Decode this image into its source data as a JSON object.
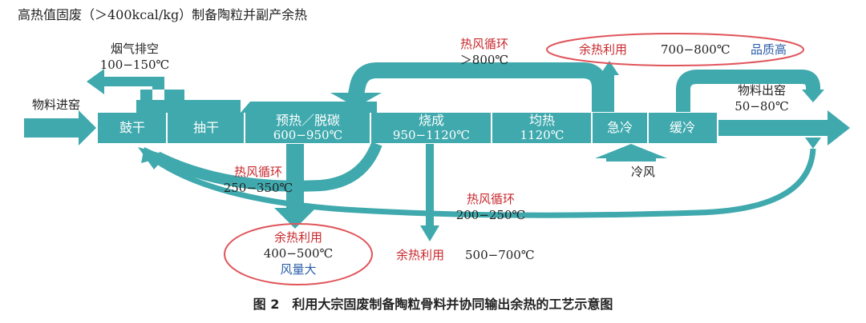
{
  "title": "高热值固废（＞400kcal/kg）制备陶粒并副产余热",
  "caption": "图 2　利用大宗固废制备陶粒骨料并协同输出余热的工艺示意图",
  "colors": {
    "teal": "#3fa9ad",
    "red_text": "#c8282d",
    "blue_text": "#2a5ea8",
    "ellipse": "#e0545a"
  },
  "stages": [
    "鼓干",
    "抽干",
    "预热／脱碳",
    "烧成",
    "均热",
    "急冷",
    "缓冷"
  ],
  "stage_temps": {
    "preheat": "600−950℃",
    "firing": "950−1120℃",
    "soaking": "1120℃"
  },
  "labels": {
    "flue_gas": "烟气排空",
    "flue_temp": "100−150℃",
    "material_in": "物料进窑",
    "hot_air_cycle": "热风循环",
    "hot_air_high_temp": "＞800℃",
    "waste_heat_use": "余热利用",
    "high_heat_temp": "700−800℃",
    "high_quality": "品质高",
    "material_out": "物料出窑",
    "out_temp": "50−80℃",
    "cold_air": "冷风",
    "cycle_mid_temp": "250−350℃",
    "cycle_low_temp": "200−250℃",
    "mid_heat_temp": "400−500℃",
    "large_volume": "风量大",
    "low_heat_temp": "500−700℃"
  }
}
